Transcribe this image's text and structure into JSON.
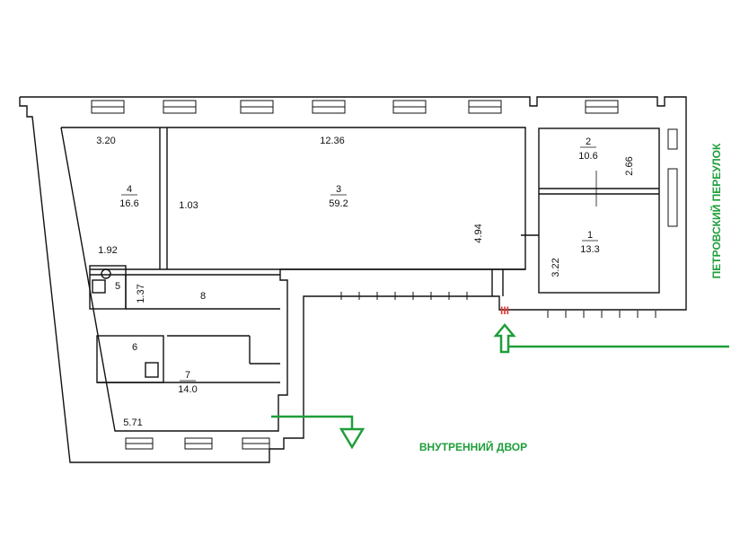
{
  "rooms": [
    {
      "id": "room-1",
      "number": "1",
      "area": "13.3"
    },
    {
      "id": "room-2",
      "number": "2",
      "area": "10.6"
    },
    {
      "id": "room-3",
      "number": "3",
      "area": "59.2"
    },
    {
      "id": "room-4",
      "number": "4",
      "area": "16.6"
    },
    {
      "id": "room-5",
      "number": "5",
      "area": ""
    },
    {
      "id": "room-6",
      "number": "6",
      "area": ""
    },
    {
      "id": "room-7",
      "number": "7",
      "area": "14.0"
    },
    {
      "id": "room-8",
      "number": "8",
      "area": ""
    }
  ],
  "dimensions": {
    "d_3_20": "3.20",
    "d_12_36": "12.36",
    "d_1_03": "1.03",
    "d_1_92": "1.92",
    "d_1_37": "1.37",
    "d_4_94": "4.94",
    "d_2_66": "2.66",
    "d_3_22": "3.22",
    "d_5_71": "5.71"
  },
  "labels": {
    "street": "ПЕТРОВСКИЙ ПЕРЕУЛОК",
    "courtyard": "ВНУТРЕННИЙ ДВОР",
    "stair_mark": "III"
  },
  "colors": {
    "wall": "#111111",
    "arrow": "#1f9e3a",
    "stair": "#e53935"
  }
}
